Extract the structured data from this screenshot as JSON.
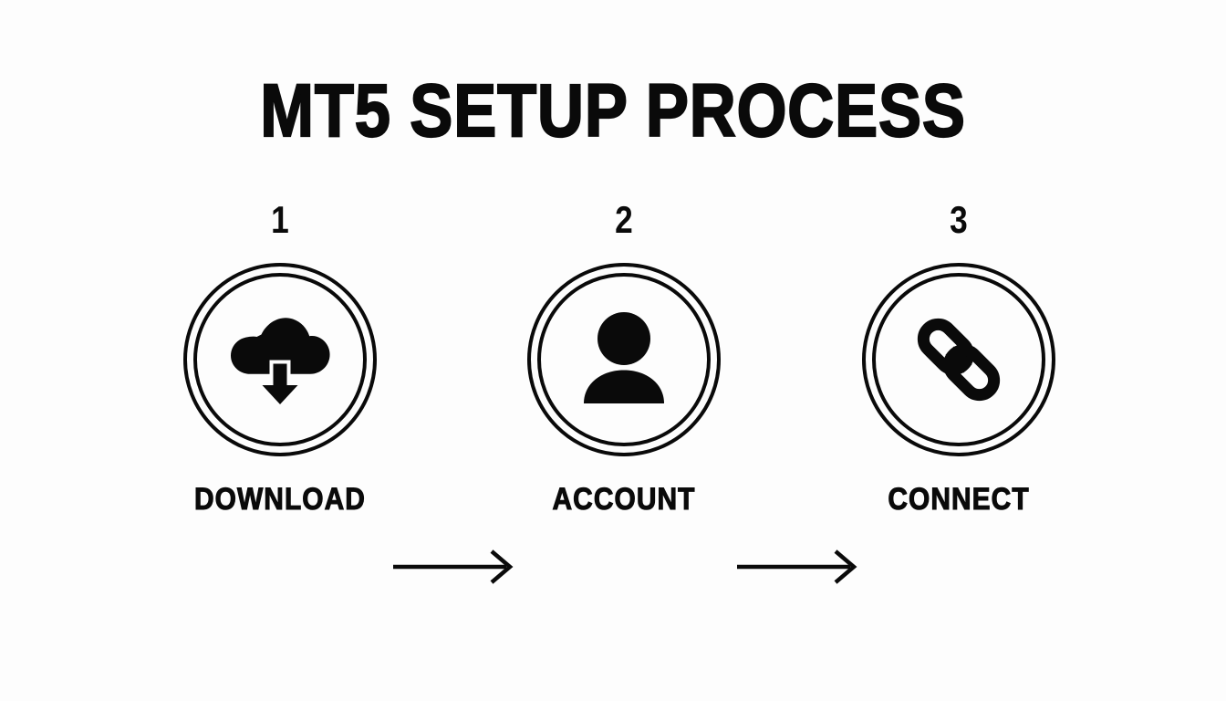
{
  "page": {
    "title": "MT5 SETUP PROCESS",
    "background_color": "#fdfdfd",
    "ink_color": "#0a0a0a",
    "orientation": "horizontal-3-step-process"
  },
  "steps": [
    {
      "number": "1",
      "label": "DOWNLOAD",
      "icon": "cloud-download-icon"
    },
    {
      "number": "2",
      "label": "ACCOUNT",
      "icon": "user-person-icon"
    },
    {
      "number": "3",
      "label": "CONNECT",
      "icon": "chain-link-icon"
    }
  ],
  "connectors": [
    {
      "name": "arrow-step-1-to-2",
      "icon": "arrow-right-icon"
    },
    {
      "name": "arrow-step-2-to-3",
      "icon": "arrow-right-icon"
    }
  ]
}
